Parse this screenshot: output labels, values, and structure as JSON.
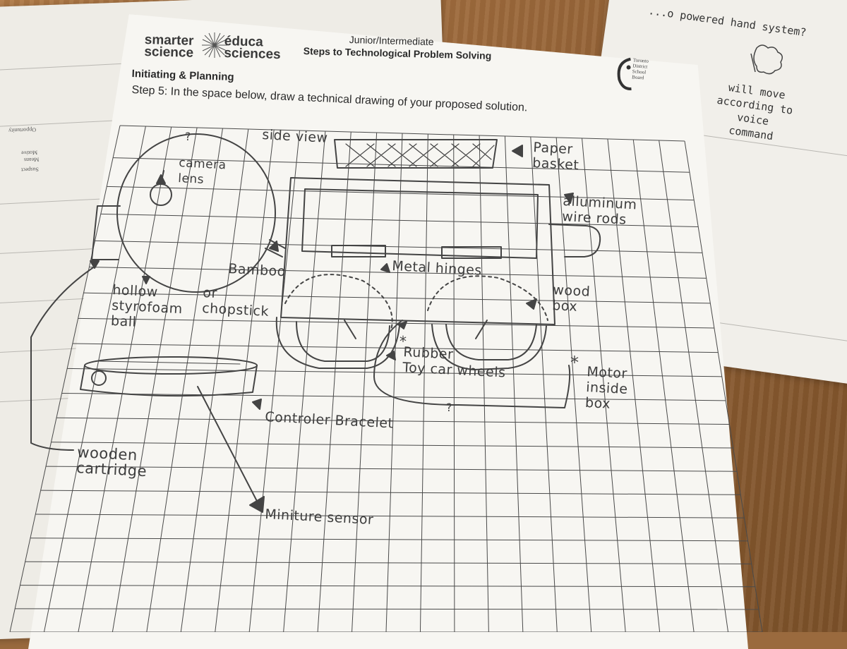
{
  "worksheet": {
    "logo_left": "smarter\nscience",
    "logo_right": "éduca\nsciences",
    "grade": "Junior/Intermediate",
    "title": "Steps to Technological Problem Solving",
    "section": "Initiating & Planning",
    "instruction": "Step 5: In the space below, draw a technical drawing of your proposed solution.",
    "board_name": "Toronto\nDistrict\nSchool\nBoard"
  },
  "background_sheets": {
    "right_heading": "...o powered hand system?",
    "right_note": "will move\naccording to\nvoice\ncommand",
    "left_words": [
      "Opportunity",
      "Motive",
      "Means",
      "Suspect"
    ]
  },
  "sketch_labels": {
    "side_view": "side view",
    "camera_lens": "camera\nlens",
    "paper_basket": "Paper\nbasket",
    "aluminum_rods": "alluminum\nwire rods",
    "bamboo": "Bamboo",
    "or_chopstick": "or\nchopstick",
    "metal_hinges": "Metal hinges",
    "wood_box": "wood\nbox",
    "styrofoam_ball": "hollow\nstyrofoam\nball",
    "rubber_wheels": "Rubber\nToy car wheels",
    "motor": "Motor\ninside\nbox",
    "controller_bracelet": "Controler Bracelet",
    "wooden_cartridge": "wooden\ncartridge",
    "miniature_sensor": "Miniture sensor",
    "question_mark": "?"
  },
  "colors": {
    "pencil": "#3d3d3d",
    "paper": "#f7f6f2",
    "grid": "#4a4a4a",
    "table": "#9a6a3e"
  }
}
